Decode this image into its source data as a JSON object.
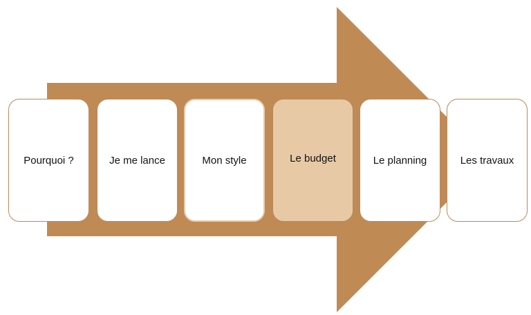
{
  "colors": {
    "arrow": "#c08a55",
    "active_fill": "#e8c9a5",
    "box_border": "#b98a5c"
  },
  "steps": [
    {
      "label": "Pourquoi ?"
    },
    {
      "label": "Je me lance"
    },
    {
      "label": "Mon style"
    },
    {
      "label": "Le budget",
      "active": true
    },
    {
      "label": "Le planning"
    },
    {
      "label": "Les travaux"
    }
  ]
}
